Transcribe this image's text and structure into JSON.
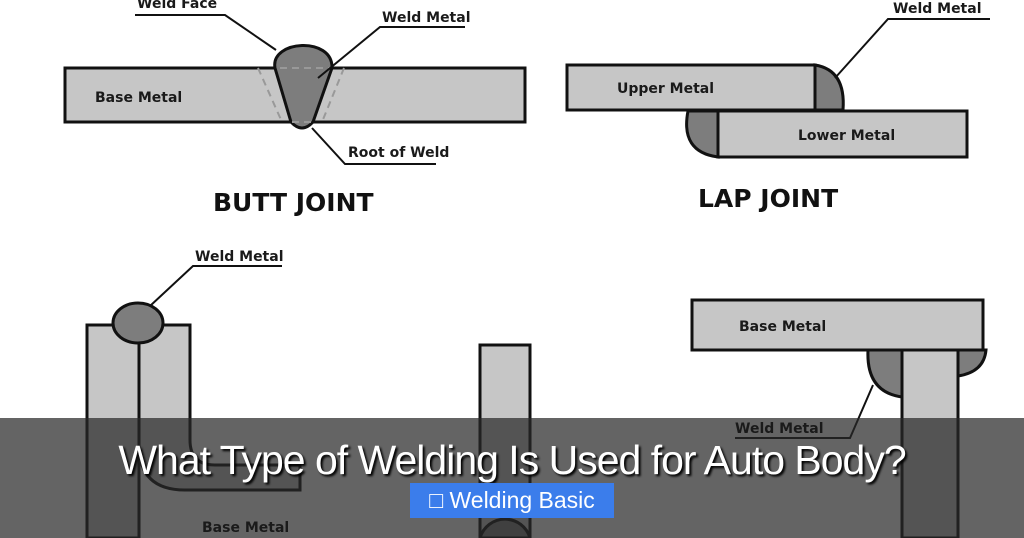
{
  "diagram": {
    "butt": {
      "weld_face": "Weld Face",
      "weld_metal": "Weld Metal",
      "base_metal": "Base Metal",
      "root": "Root of Weld",
      "title": "BUTT JOINT"
    },
    "lap": {
      "weld_metal": "Weld Metal",
      "upper": "Upper Metal",
      "lower": "Lower Metal",
      "title": "LAP JOINT"
    },
    "corner": {
      "weld_metal": "Weld Metal",
      "base_metal": "Base Metal"
    },
    "tee": {
      "base_metal": "Base Metal",
      "weld_metal": "Weld Metal"
    }
  },
  "overlay": {
    "title": "What Type of Welding Is Used for Auto Body?",
    "category": "Welding Basic",
    "category_icon": "folder-icon",
    "badge_color": "#3b7deb"
  }
}
